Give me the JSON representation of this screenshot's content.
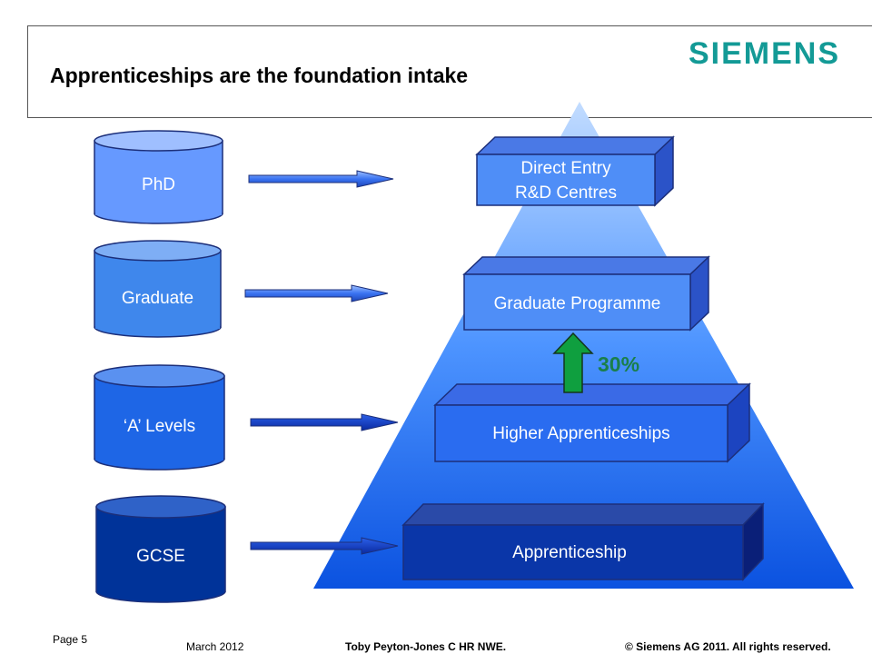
{
  "slide": {
    "title": "Apprenticeships are the foundation intake",
    "logo_text": "SIEMENS"
  },
  "sources": [
    {
      "label": "PhD"
    },
    {
      "label": "Graduate"
    },
    {
      "label": "‘A’ Levels"
    },
    {
      "label": "GCSE"
    }
  ],
  "levels": [
    {
      "line1": "Direct Entry",
      "line2": "R&D Centres"
    },
    {
      "line1": "Graduate Programme"
    },
    {
      "line1": "Higher Apprenticeships"
    },
    {
      "line1": "Apprenticeship"
    }
  ],
  "progression": {
    "label": "30%"
  },
  "footer": {
    "page": "Page 5",
    "date": "March 2012",
    "author": "Toby Peyton-Jones  C HR NWE.",
    "copyright": "© Siemens AG 2011. All rights reserved."
  },
  "colors": {
    "logo": "#139a96",
    "phd": "#6699ff",
    "graduate": "#3f87ec",
    "a_levels": "#1e66e6",
    "gcse": "#003399",
    "green_arrow": "#0f9f3f",
    "percent_text": "#1a7f4a"
  }
}
